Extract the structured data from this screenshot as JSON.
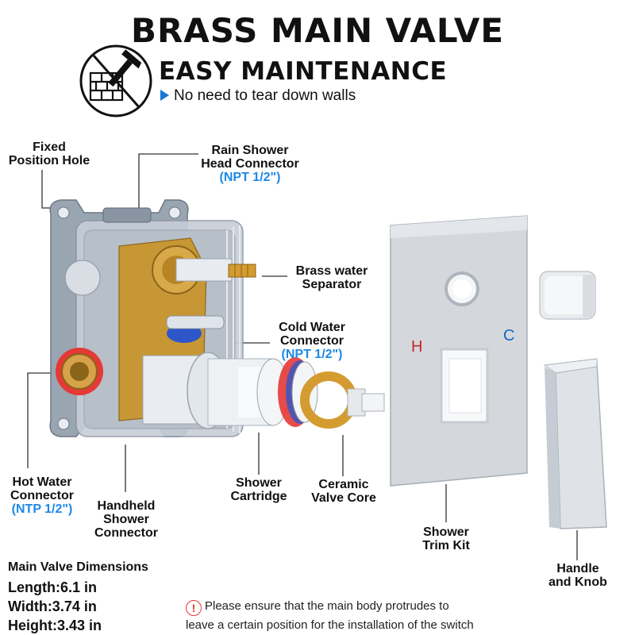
{
  "header": {
    "title": "BRASS MAIN VALVE",
    "subtitle": "EASY MAINTENANCE",
    "note": "No need to tear down walls"
  },
  "labels": {
    "fixed_hole": [
      "Fixed",
      "Position Hole"
    ],
    "rain_head": [
      "Rain Shower",
      "Head Connector",
      "(NPT 1/2\")"
    ],
    "brass_separator": [
      "Brass water",
      "Separator"
    ],
    "cold_water": [
      "Cold Water",
      "Connector",
      "(NPT 1/2\")"
    ],
    "hot_water": [
      "Hot Water",
      "Connector",
      "(NTP 1/2\")"
    ],
    "handheld": [
      "Handheld",
      "Shower",
      "Connector"
    ],
    "cartridge": [
      "Shower",
      "Cartridge"
    ],
    "ceramic": [
      "Ceramic",
      "Valve Core"
    ],
    "trim_kit": [
      "Shower",
      "Trim Kit"
    ],
    "handle_knob": [
      "Handle",
      "and Knob"
    ],
    "trim_h": "H",
    "trim_c": "C"
  },
  "dimensions": {
    "heading": "Main Valve Dimensions",
    "length": "Length:6.1 in",
    "width": "Width:3.74 in",
    "height": "Height:3.43 in"
  },
  "warning": {
    "line1": "Please ensure that the main body protrudes to",
    "line2": "leave a certain position for the installation of the switch"
  },
  "colors": {
    "accent_blue": "#1e88e5",
    "hot_red": "#e53935",
    "brass": "#c9952e"
  },
  "icons": [
    "wall-hammer-icon",
    "arrow-right-icon",
    "warning-icon"
  ]
}
